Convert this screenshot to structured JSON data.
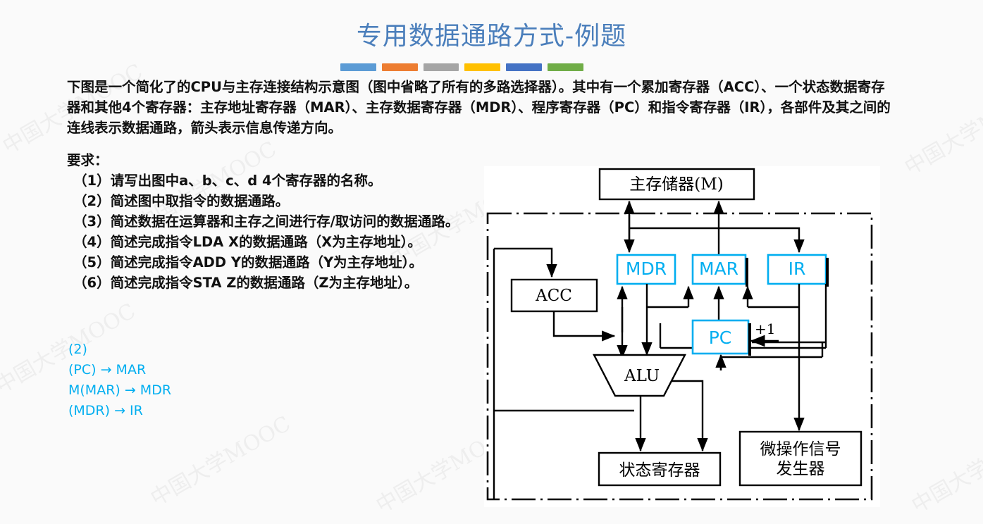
{
  "header": {
    "title": "专用数据通路方式-例题",
    "title_color": "#4a7ebb",
    "rule_colors": [
      "#5b9bd5",
      "#ed7d31",
      "#a5a5a5",
      "#ffc000",
      "#4472c4",
      "#70ad47"
    ]
  },
  "body": {
    "paragraph": "下图是一个简化了的CPU与主存连接结构示意图（图中省略了所有的多路选择器）。其中有一个累加寄存器（ACC）、一个状态数据寄存器和其他4个寄存器：主存地址寄存器（MAR）、主存数据寄存器（MDR）、程序寄存器（PC）和指令寄存器（IR），各部件及其之间的连线表示数据通路，箭头表示信息传递方向。",
    "requirements_label": "要求：",
    "requirements": [
      "（1）请写出图中a、b、c、d 4个寄存器的名称。",
      "（2）简述图中取指令的数据通路。",
      "（3）简述数据在运算器和主存之间进行存/取访问的数据通路。",
      "（4）简述完成指令LDA X的数据通路（X为主存地址）。",
      "（5）简述完成指令ADD Y的数据通路（Y为主存地址）。",
      "（6）简述完成指令STA Z的数据通路（Z为主存地址）。"
    ]
  },
  "answer": {
    "color": "#00aef0",
    "lines": [
      "(2)",
      "(PC) → MAR",
      "M(MAR) → MDR",
      "(MDR) → IR"
    ]
  },
  "diagram": {
    "blocks": {
      "memory": "主存储器(M)",
      "acc": "ACC",
      "mdr": "MDR",
      "mar": "MAR",
      "ir": "IR",
      "pc": "PC",
      "alu": "ALU",
      "status_register": "状态寄存器",
      "micro_op_line1": "微操作信号",
      "micro_op_line2": "发生器",
      "increment": "+1"
    },
    "blue_block_color": "#00aef0",
    "line_color": "#000000"
  },
  "watermarks": [
    "中国大学MOOC",
    "中国大学MOOC",
    "中国大学MOOC",
    "中国大学MOOC",
    "中国大学MOOC",
    "中国大学MOOC",
    "中国大学MOOC",
    "中国大学MOOC"
  ]
}
